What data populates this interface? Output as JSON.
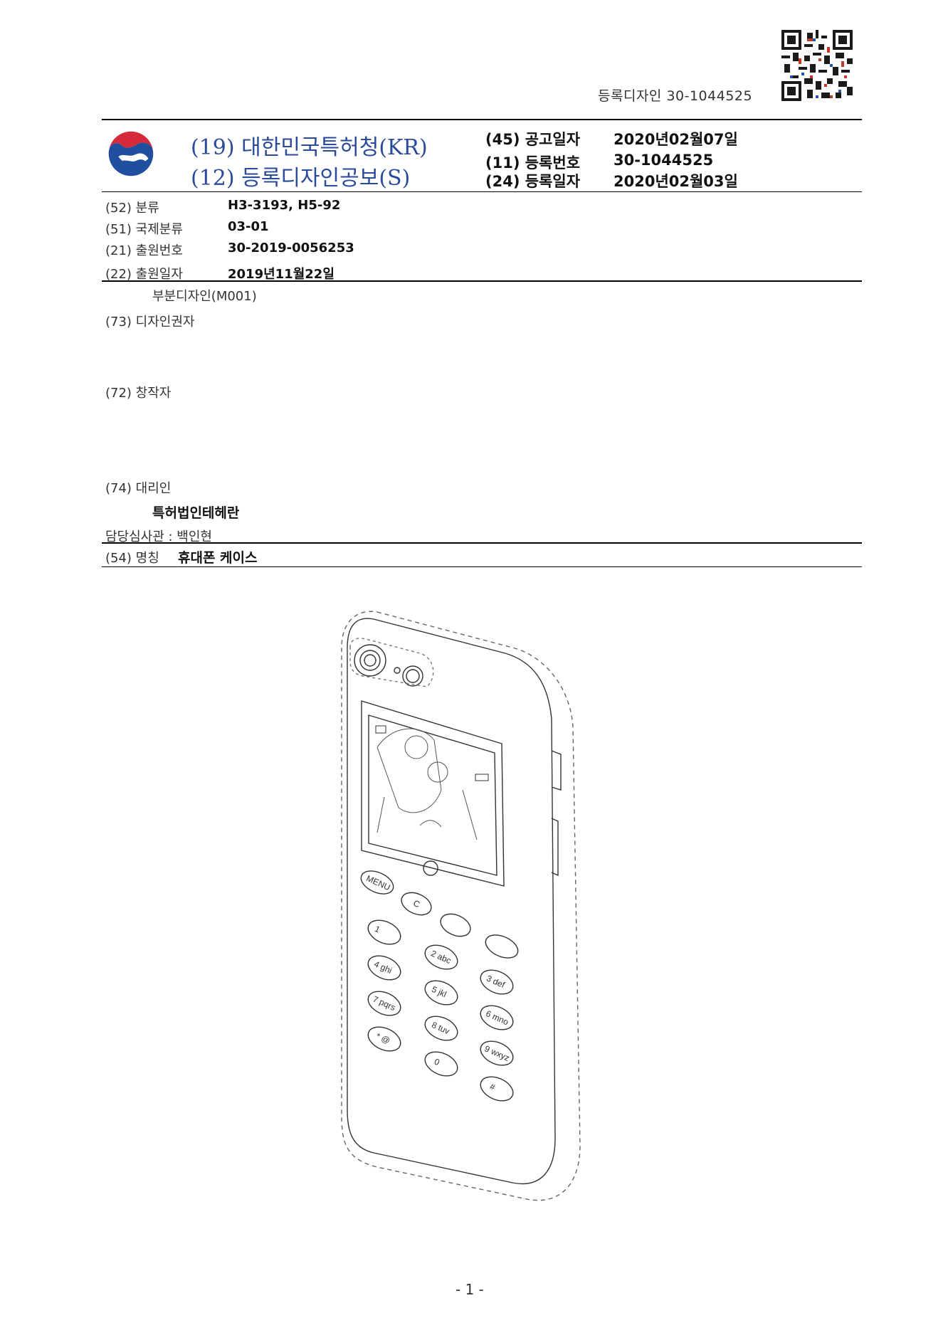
{
  "doc_id": "등록디자인 30-1044525",
  "header": {
    "country_line": "(19) 대한민국특허청(KR)",
    "kind_line": "(12) 등록디자인공보(S)",
    "pub_date_label": "(45) 공고일자",
    "pub_date_value": "2020년02월07일",
    "reg_no_label": "(11) 등록번호",
    "reg_no_value": "30-1044525",
    "reg_date_label": "(24) 등록일자",
    "reg_date_value": "2020년02월03일"
  },
  "fields": [
    {
      "label": "(52) 분류",
      "value": "H3-3193, H5-92"
    },
    {
      "label": "(51) 국제분류",
      "value": "03-01"
    },
    {
      "label": "(21) 출원번호",
      "value": "30-2019-0056253"
    },
    {
      "label": "(22) 출원일자",
      "value": "2019년11월22일"
    }
  ],
  "partial_design": "부분디자인(M001)",
  "designer_label": "(73) 디자인권자",
  "creator_label": "(72) 창작자",
  "agent_label": "(74) 대리인",
  "agent_value": "특허법인테헤란",
  "examiner": "담당심사관 : 백인현",
  "title_label": "(54) 명칭",
  "title_value": "휴대폰 케이스",
  "page_number": "- 1 -",
  "keypad": {
    "menu": "MENU",
    "clear": "C",
    "keys": [
      "1",
      "2 abc",
      "3 def",
      "4 ghi",
      "5 jkl",
      "6 mno",
      "7 pqrs",
      "8 tuv",
      "9 wxyz",
      "* @",
      "0",
      "#"
    ]
  }
}
